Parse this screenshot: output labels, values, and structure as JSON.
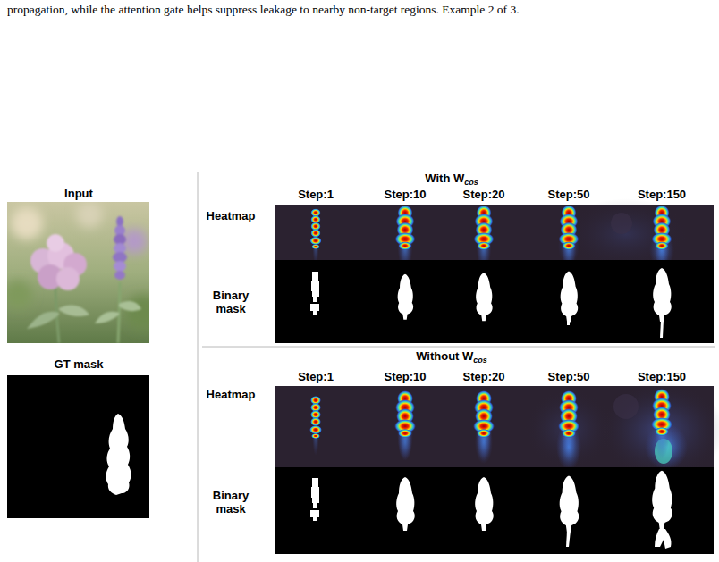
{
  "diagram": {
    "caption": "propagation, while the attention gate helps suppress leakage to nearby non-target regions. Example 2 of 3.",
    "labels": [
      "Input",
      "GT mask",
      "With W",
      "cos",
      "Step:1",
      "Step:10",
      "Step:20",
      "Step:50",
      "Step:150",
      "Heatmap",
      "Binary mask",
      "Without W",
      "cos",
      "Step:1",
      "Step:10",
      "Step:20",
      "Step:50",
      "Step:150",
      "Heatmap",
      "Binary mask"
    ]
  }
}
